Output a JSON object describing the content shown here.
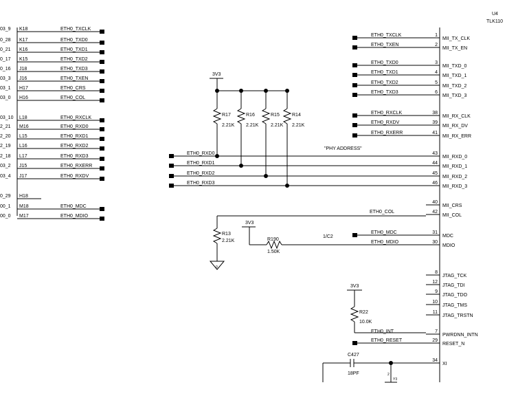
{
  "chip": {
    "ref": "U4",
    "part": "TLK110"
  },
  "left_partial": [
    "03_9",
    "0_28",
    "0_21",
    "0_17",
    "0_16",
    "03_3",
    "03_1",
    "03_0",
    "03_10",
    "2_21",
    "2_20",
    "2_19",
    "2_18",
    "03_2",
    "03_4",
    "0_29",
    "00_1",
    "00_0"
  ],
  "left_pins": [
    {
      "pin": "K18",
      "net": "ETH0_TXCLK"
    },
    {
      "pin": "K17",
      "net": "ETH0_TXD0"
    },
    {
      "pin": "K16",
      "net": "ETH0_TXD1"
    },
    {
      "pin": "K15",
      "net": "ETH0_TXD2"
    },
    {
      "pin": "J18",
      "net": "ETH0_TXD3"
    },
    {
      "pin": "J16",
      "net": "ETH0_TXEN"
    },
    {
      "pin": "H17",
      "net": "ETH0_CRS"
    },
    {
      "pin": "H16",
      "net": "ETH0_COL"
    },
    {
      "pin": "L18",
      "net": "ETH0_RXCLK"
    },
    {
      "pin": "M16",
      "net": "ETH0_RXD0"
    },
    {
      "pin": "L15",
      "net": "ETH0_RXD1"
    },
    {
      "pin": "L16",
      "net": "ETH0_RXD2"
    },
    {
      "pin": "L17",
      "net": "ETH0_RXD3"
    },
    {
      "pin": "J15",
      "net": "ETH0_RXERR"
    },
    {
      "pin": "J17",
      "net": "ETH0_RXDV"
    },
    {
      "pin": "H18",
      "net": ""
    },
    {
      "pin": "M18",
      "net": "ETH0_MDC"
    },
    {
      "pin": "M17",
      "net": "ETH0_MDIO"
    }
  ],
  "u4_pins": [
    {
      "num": "1",
      "name": "MII_TX_CLK",
      "net": "ETH0_TXCLK"
    },
    {
      "num": "2",
      "name": "MII_TX_EN",
      "net": "ETH0_TXEN"
    },
    {
      "num": "3",
      "name": "MII_TXD_0",
      "net": "ETH0_TXD0"
    },
    {
      "num": "4",
      "name": "MII_TXD_1",
      "net": "ETH0_TXD1"
    },
    {
      "num": "5",
      "name": "MII_TXD_2",
      "net": "ETH0_TXD2"
    },
    {
      "num": "6",
      "name": "MII_TXD_3",
      "net": "ETH0_TXD3"
    },
    {
      "num": "38",
      "name": "MII_RX_CLK",
      "net": "ETH0_RXCLK"
    },
    {
      "num": "39",
      "name": "MII_RX_DV",
      "net": "ETH0_RXDV"
    },
    {
      "num": "41",
      "name": "MII_RX_ERR",
      "net": "ETH0_RXERR"
    },
    {
      "num": "43",
      "name": "MII_RXD_0",
      "net": ""
    },
    {
      "num": "44",
      "name": "MII_RXD_1",
      "net": ""
    },
    {
      "num": "45",
      "name": "MII_RXD_2",
      "net": ""
    },
    {
      "num": "46",
      "name": "MII_RXD_3",
      "net": ""
    },
    {
      "num": "40",
      "name": "MII_CRS",
      "net": ""
    },
    {
      "num": "42",
      "name": "MII_COL",
      "net": "ETH0_COL"
    },
    {
      "num": "31",
      "name": "MDC",
      "net": "ETH0_MDC"
    },
    {
      "num": "30",
      "name": "MDIO",
      "net": "ETH0_MDIO"
    },
    {
      "num": "8",
      "name": "JTAG_TCK",
      "net": ""
    },
    {
      "num": "12",
      "name": "JTAG_TDI",
      "net": ""
    },
    {
      "num": "9",
      "name": "JTAG_TDO",
      "net": ""
    },
    {
      "num": "10",
      "name": "JTAG_TMS",
      "net": ""
    },
    {
      "num": "11",
      "name": "JTAG_TRSTN",
      "net": ""
    },
    {
      "num": "7",
      "name": "PWRDNN_INTN",
      "net": "ETH0_INT"
    },
    {
      "num": "29",
      "name": "RESET_N",
      "net": "ETH0_RESET"
    },
    {
      "num": "34",
      "name": "XI",
      "net": ""
    }
  ],
  "rxd_nets": [
    "ETH0_RXD0",
    "ETH0_RXD1",
    "ETH0_RXD2",
    "ETH0_RXD3"
  ],
  "pullups": [
    {
      "ref": "R17",
      "val": "2.21K"
    },
    {
      "ref": "R16",
      "val": "2.21K"
    },
    {
      "ref": "R15",
      "val": "2.21K"
    },
    {
      "ref": "R14",
      "val": "2.21K"
    }
  ],
  "rail": "3V3",
  "phy_address": "\"PHY ADDRESS\"",
  "r13": {
    "ref": "R13",
    "val": "2.21K"
  },
  "r190": {
    "ref": "R190",
    "val": "1.50K"
  },
  "note_1c2": "1/C2",
  "r22": {
    "ref": "R22",
    "val": "10.0K"
  },
  "cap": {
    "ref": "C427",
    "val": "18PF"
  },
  "y3": {
    "ref": "Y3",
    "pin": "2"
  },
  "gnd_pin": "0"
}
